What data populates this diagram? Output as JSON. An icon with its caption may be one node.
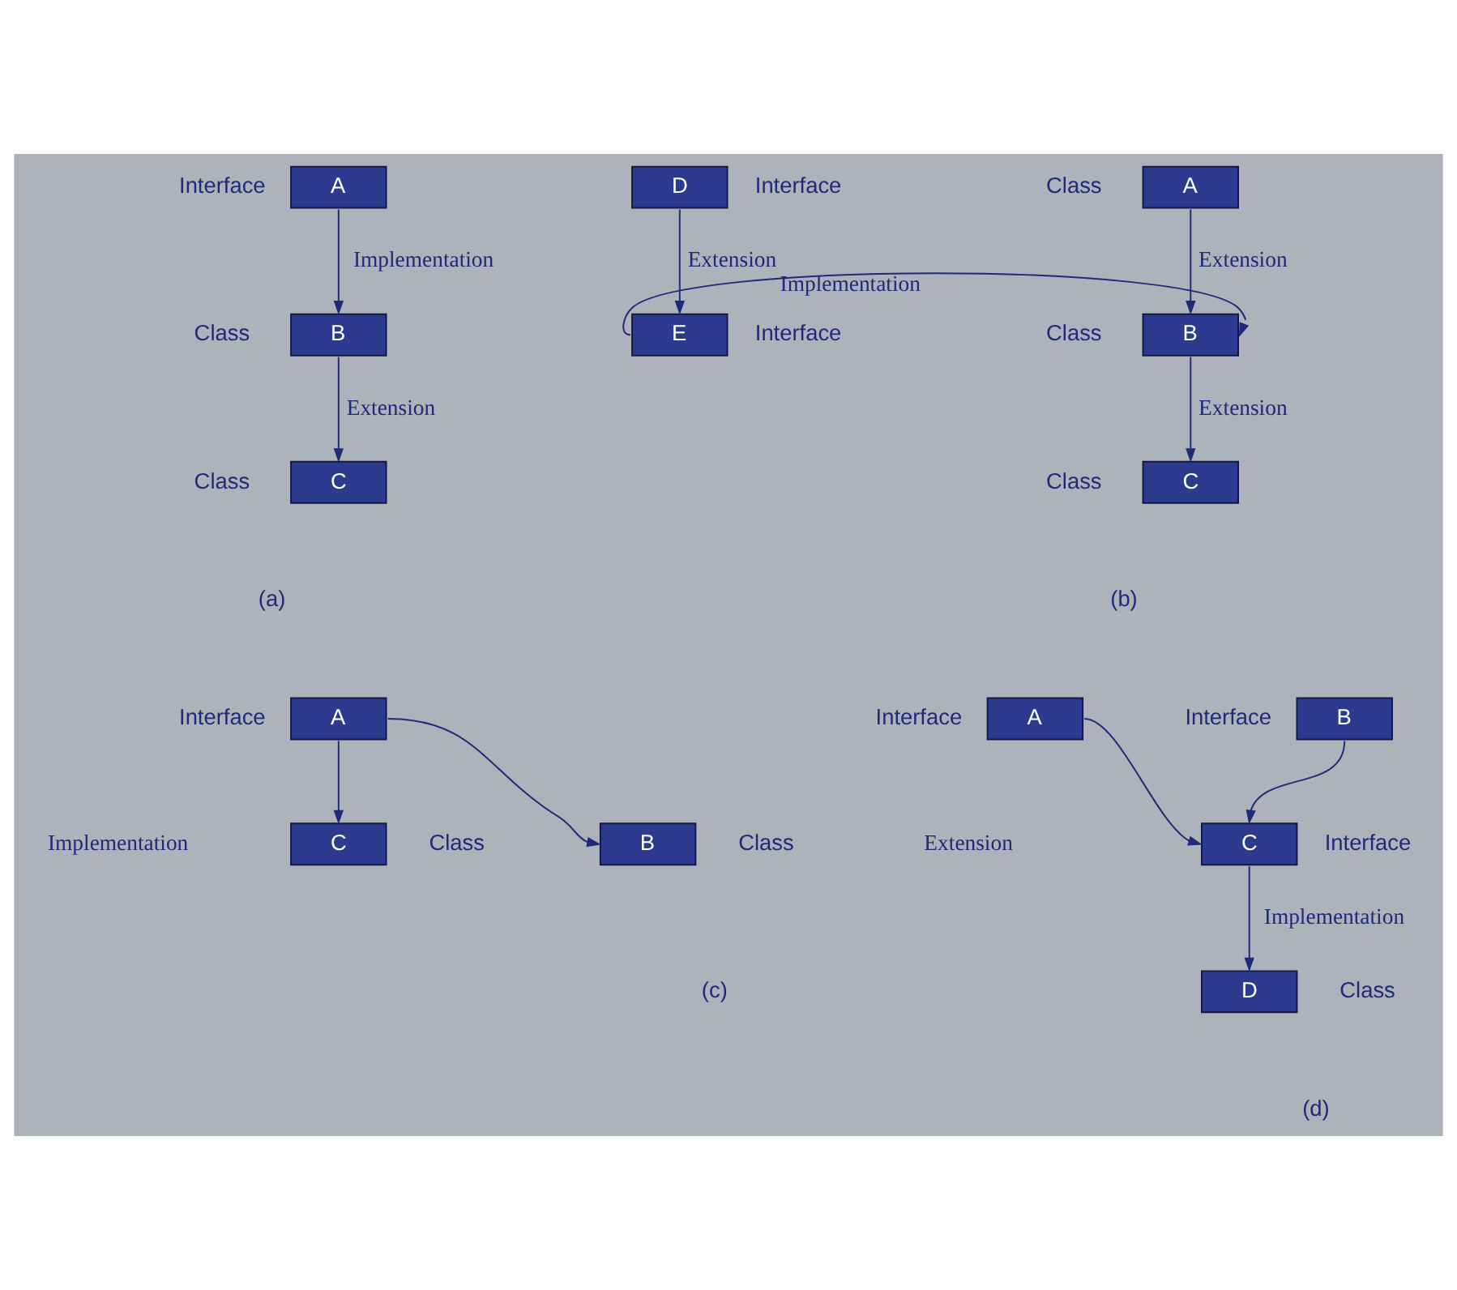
{
  "diagram": {
    "nodes": [
      {
        "text": [
          "A"
        ],
        "beside": [
          "Interface"
        ]
      },
      {
        "text": [
          "B"
        ],
        "beside": [
          "Class"
        ]
      },
      {
        "text": [
          "C"
        ],
        "beside": [
          "Class"
        ]
      },
      {
        "text": [
          "A"
        ],
        "beside": [
          "Class"
        ]
      },
      {
        "text": [
          "D"
        ],
        "beside": [
          "Interface"
        ]
      },
      {
        "text": [
          "B"
        ],
        "beside": [
          "Class"
        ]
      },
      {
        "text": [
          "E"
        ],
        "beside": [
          "Interface"
        ]
      },
      {
        "text": [
          "C"
        ],
        "beside": [
          "Class"
        ]
      },
      {
        "text": [
          "A"
        ],
        "beside": [
          "Interface"
        ]
      },
      {
        "text": [
          "B"
        ],
        "beside": [
          "Class"
        ]
      },
      {
        "text": [
          "C"
        ],
        "beside": [
          "Class"
        ]
      },
      {
        "text": [
          "A"
        ],
        "beside": [
          "Interface"
        ]
      },
      {
        "text": [
          "B"
        ],
        "beside": [
          "Interface"
        ]
      },
      {
        "text": [
          "C"
        ],
        "beside": [
          "Interface"
        ]
      },
      {
        "text": [
          "D"
        ],
        "beside": [
          "Class"
        ]
      }
    ],
    "edges": [
      {
        "from": 0,
        "to": 1,
        "arrow": "to",
        "label": "Implementation"
      },
      {
        "from": 1,
        "to": 2,
        "arrow": "to",
        "label": "Extension"
      },
      {
        "from": 3,
        "to": 5,
        "arrow": "to",
        "label": "Extension"
      },
      {
        "from": 4,
        "to": 6,
        "arrow": "to",
        "label": "Extension"
      },
      {
        "from": 6,
        "to": 5,
        "arrow": "to",
        "label": "Implementation"
      },
      {
        "from": 5,
        "to": 7,
        "arrow": "to",
        "label": "Extension"
      },
      {
        "from": 8,
        "to": 9,
        "arrow": "to"
      },
      {
        "from": 8,
        "to": 10,
        "arrow": "to"
      },
      {
        "from": 11,
        "to": 13,
        "arrow": "to"
      },
      {
        "from": 12,
        "to": 13,
        "arrow": "to"
      },
      {
        "from": 13,
        "to": 14,
        "arrow": "to",
        "label": "Implementation"
      }
    ],
    "labels": [
      "(a)",
      "(b)",
      "Extension",
      "Implementation",
      "(c)",
      "(d)"
    ]
  }
}
